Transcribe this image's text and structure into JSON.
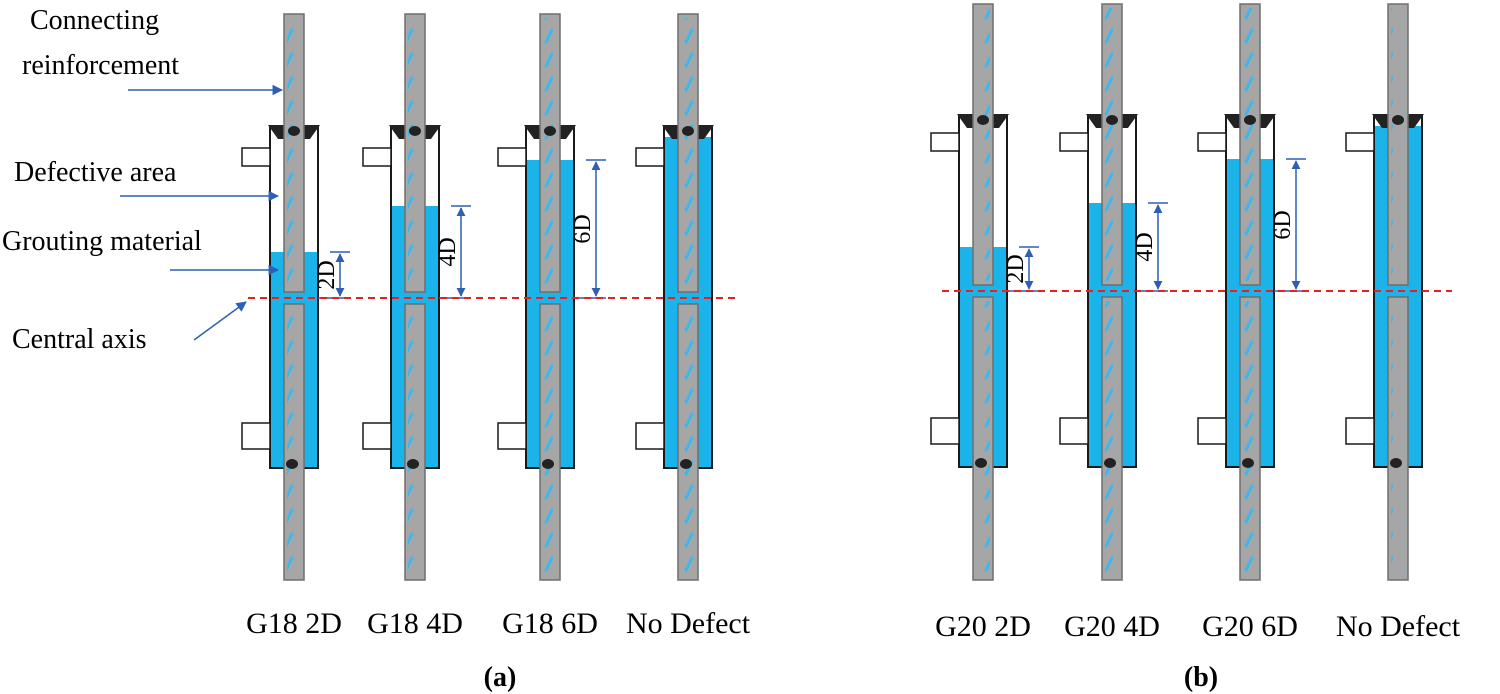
{
  "colors": {
    "grout": "#1ab3ea",
    "bar": "#a6a6a6",
    "bar_stroke": "#6e6e6e",
    "bar_rib": "#3cb8ee",
    "sleeve_stroke": "#1a1a1a",
    "arrow": "#2e5fb5",
    "axis": "#e52222",
    "seal": "#222222"
  },
  "labels": {
    "connecting": "Connecting",
    "reinforcement": "reinforcement",
    "defective_area": "Defective area",
    "grouting_material": "Grouting material",
    "central_axis": "Central axis"
  },
  "panel_a": {
    "label": "(a)",
    "specimens": [
      {
        "id": "g18-2d",
        "caption": "G18 2D",
        "dim_label": "2D",
        "defect_level": 2
      },
      {
        "id": "g18-4d",
        "caption": "G18 4D",
        "dim_label": "4D",
        "defect_level": 4
      },
      {
        "id": "g18-6d",
        "caption": "G18 6D",
        "dim_label": "6D",
        "defect_level": 6
      },
      {
        "id": "g18-none",
        "caption": "No Defect",
        "dim_label": "",
        "defect_level": 0
      }
    ]
  },
  "panel_b": {
    "label": "(b)",
    "specimens": [
      {
        "id": "g20-2d",
        "caption": "G20 2D",
        "dim_label": "2D",
        "defect_level": 2
      },
      {
        "id": "g20-4d",
        "caption": "G20 4D",
        "dim_label": "4D",
        "defect_level": 4
      },
      {
        "id": "g20-6d",
        "caption": "G20 6D",
        "dim_label": "6D",
        "defect_level": 6
      },
      {
        "id": "g20-none",
        "caption": "No Defect",
        "dim_label": "",
        "defect_level": 0
      }
    ]
  }
}
